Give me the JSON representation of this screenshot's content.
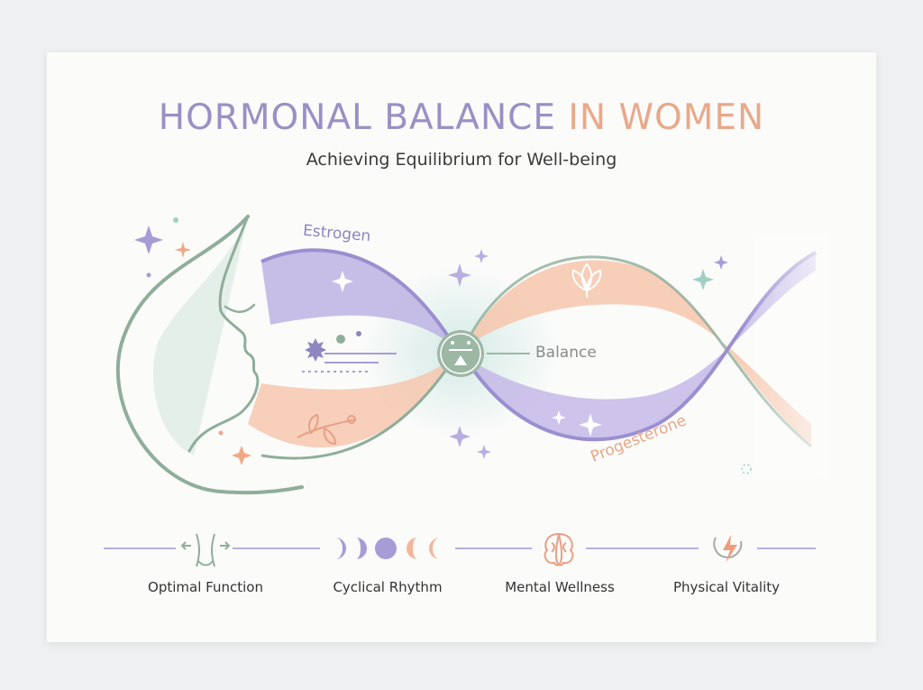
{
  "header": {
    "title_part1": "HORMONAL BALANCE",
    "title_part2": "IN WOMEN",
    "subtitle": "Achieving Equilibrium for Well-being"
  },
  "diagram": {
    "estrogen_label": "Estrogen",
    "balance_label": "Balance",
    "progesterone_label": "Progesterone"
  },
  "pillars": [
    {
      "label": "Optimal Function",
      "icon": "body-waist-icon"
    },
    {
      "label": "Cyclical Rhythm",
      "icon": "moon-phases-icon"
    },
    {
      "label": "Mental Wellness",
      "icon": "brain-icon"
    },
    {
      "label": "Physical Vitality",
      "icon": "lightning-energy-icon"
    }
  ],
  "colors": {
    "estrogen": "#a79cd6",
    "progesterone": "#f2b79a",
    "accent_green": "#8fae9a",
    "title_purple": "#9a90c4",
    "title_peach": "#e8a98a"
  }
}
